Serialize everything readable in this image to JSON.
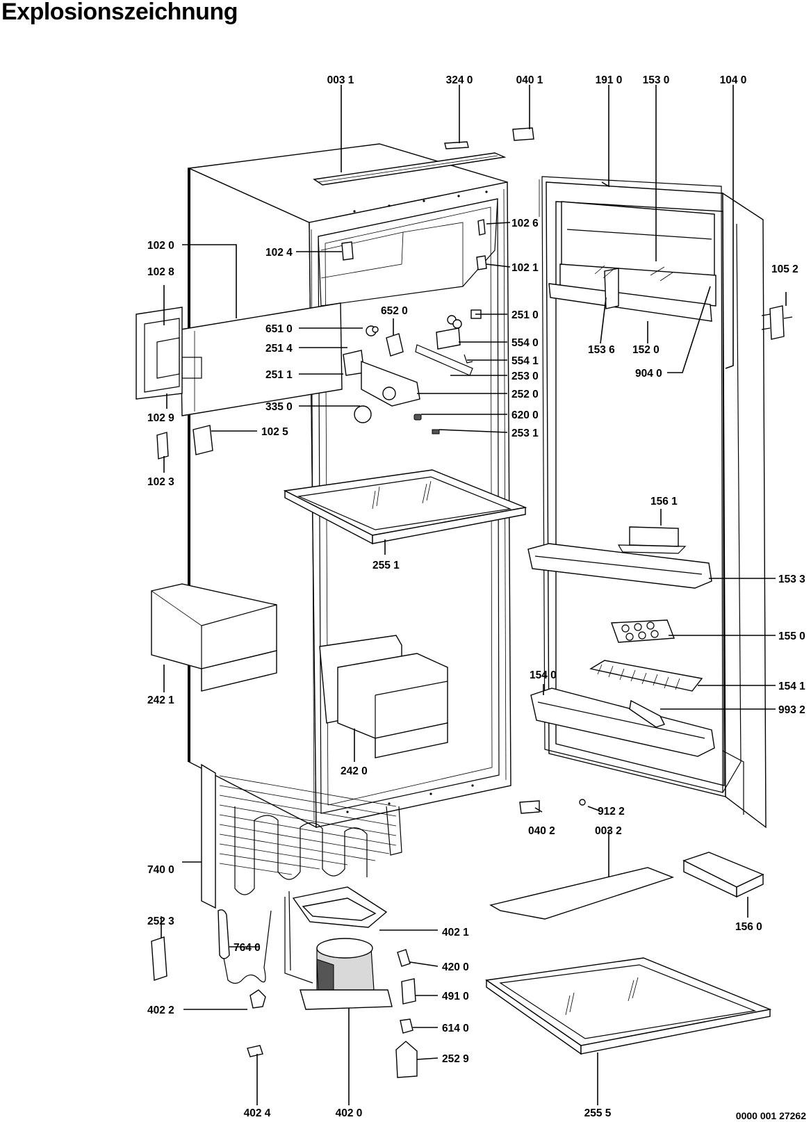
{
  "title": "Explosionszeichnung",
  "drawing_number": "0000 001 27262",
  "parts": [
    "003 1",
    "324 0",
    "040 1",
    "191 0",
    "153 0",
    "104 0",
    "102 0",
    "102 8",
    "102 4",
    "102 6",
    "102 1",
    "105 2",
    "652 0",
    "251 0",
    "651 0",
    "554 0",
    "251 4",
    "554 1",
    "251 1",
    "253 0",
    "252 0",
    "335 0",
    "620 0",
    "253 1",
    "102 9",
    "102 5",
    "102 3",
    "153 6",
    "152 0",
    "904 0",
    "156 1",
    "255 1",
    "153 3",
    "155 0",
    "242 1",
    "154 0",
    "154 1",
    "993 2",
    "242 0",
    "040 2",
    "912 2",
    "003 2",
    "740 0",
    "156 0",
    "252 3",
    "764 0",
    "402 1",
    "420 0",
    "491 0",
    "402 2",
    "614 0",
    "252 9",
    "402 4",
    "402 0",
    "255 5"
  ]
}
